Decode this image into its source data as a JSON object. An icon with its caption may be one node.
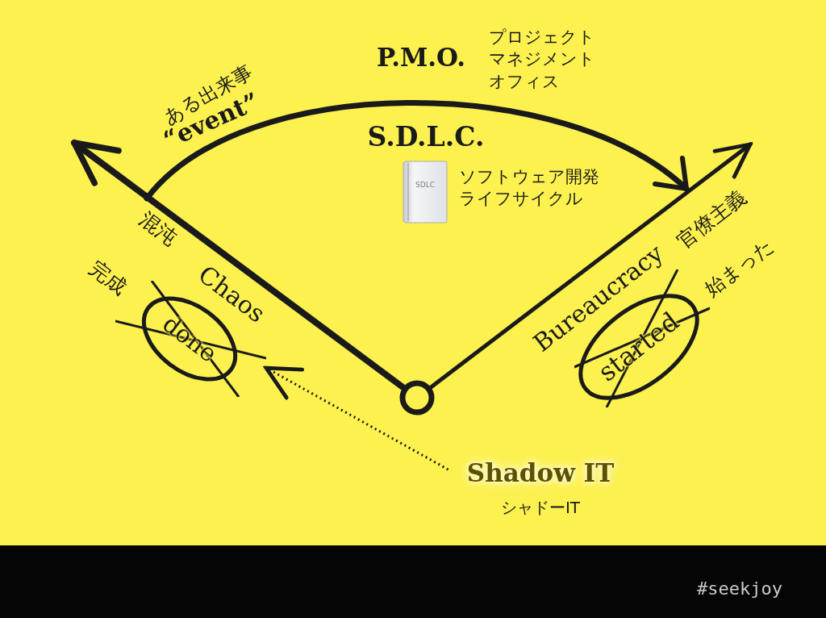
{
  "diagram": {
    "nodes": [
      {
        "text": [],
        "shape": "circle"
      },
      {
        "text": [
          "Shadow IT",
          "シャドーIT"
        ]
      },
      {
        "text": [
          "done"
        ]
      },
      {
        "text": [
          "started"
        ]
      }
    ],
    "edges": [
      {
        "from": 0,
        "to": null,
        "arrow": "to"
      },
      {
        "from": 0,
        "to": null,
        "arrow": "to"
      },
      {
        "from": 1,
        "to": 2,
        "arrow": "to",
        "style": "dashed"
      }
    ],
    "labels": [
      "ある出来事",
      "“event”",
      "P.M.O.",
      "プロジェクトマネジメントオフィス",
      "S.D.L.C.",
      "SDLC",
      "ソフトウェア開発ライフサイクル",
      "混沌",
      "Chaos",
      "完成",
      "Bureaucracy",
      "官僚主義",
      "始まった",
      "#seekjoy"
    ]
  }
}
